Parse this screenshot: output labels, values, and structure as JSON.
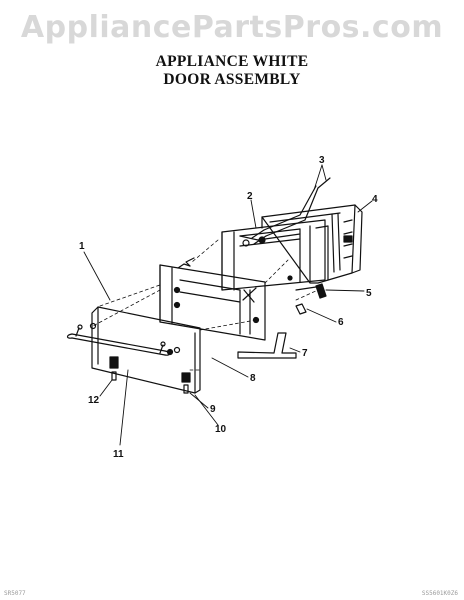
{
  "watermark": "AppliancePartsPros.com",
  "title": {
    "line1": "APPLIANCE WHITE",
    "line2": "DOOR ASSEMBLY"
  },
  "callouts": [
    "1",
    "2",
    "3",
    "4",
    "5",
    "6",
    "7",
    "8",
    "9",
    "10",
    "11",
    "12"
  ],
  "footer": {
    "left": "SR5077",
    "right": "SS5601K0Z6"
  }
}
